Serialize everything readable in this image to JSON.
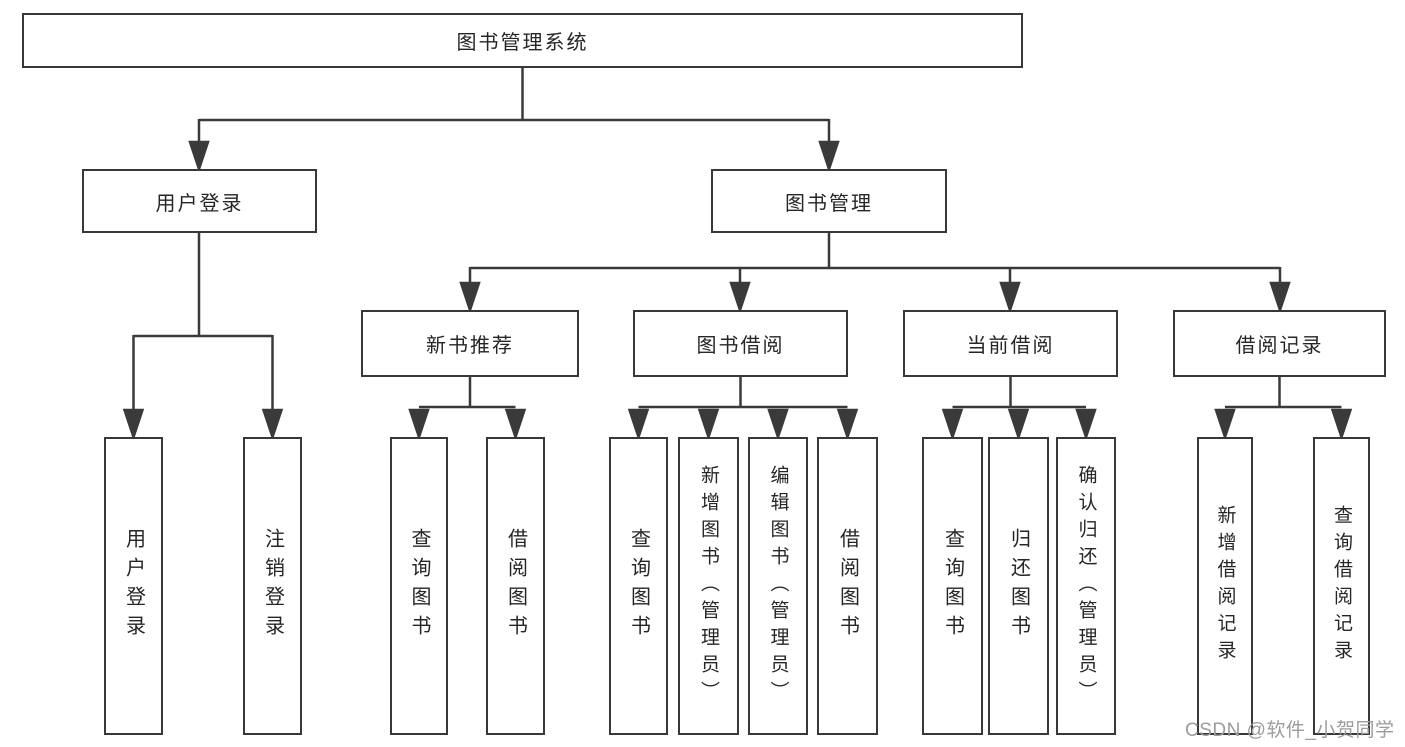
{
  "tree": {
    "root": {
      "label": "图书管理系统",
      "children": [
        {
          "label": "用户登录",
          "children": [
            {
              "label": "用户登录"
            },
            {
              "label": "注销登录"
            }
          ]
        },
        {
          "label": "图书管理",
          "children": [
            {
              "label": "新书推荐",
              "children": [
                {
                  "label": "查询图书"
                },
                {
                  "label": "借阅图书"
                }
              ]
            },
            {
              "label": "图书借阅",
              "children": [
                {
                  "label": "查询图书"
                },
                {
                  "label": "新增图书（管理员）"
                },
                {
                  "label": "编辑图书（管理员）"
                },
                {
                  "label": "借阅图书"
                }
              ]
            },
            {
              "label": "当前借阅",
              "children": [
                {
                  "label": "查询图书"
                },
                {
                  "label": "归还图书"
                },
                {
                  "label": "确认归还（管理员）"
                }
              ]
            },
            {
              "label": "借阅记录",
              "children": [
                {
                  "label": "新增借阅记录"
                },
                {
                  "label": "查询借阅记录"
                }
              ]
            }
          ]
        }
      ]
    }
  },
  "watermark": {
    "text": "CSDN @软件_小贺同学"
  },
  "colors": {
    "line": "#3a3a3a",
    "box_border": "#383838",
    "text": "#262626",
    "watermark": "#9c9c9c",
    "background": "#ffffff"
  }
}
